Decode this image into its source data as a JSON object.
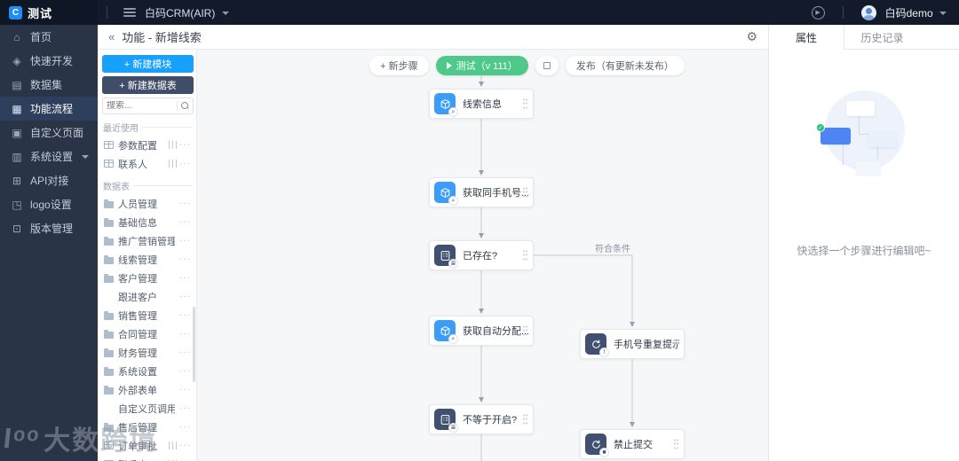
{
  "topbar": {
    "logo_text": "测试",
    "workspace": "白码CRM(AIR)",
    "user": "白码demo"
  },
  "sidebar": {
    "items": [
      {
        "label": "首页",
        "icon": "home-icon"
      },
      {
        "label": "快速开发",
        "icon": "cube-icon"
      },
      {
        "label": "数据集",
        "icon": "dataset-icon"
      },
      {
        "label": "功能流程",
        "icon": "flow-icon",
        "active": true
      },
      {
        "label": "自定义页面",
        "icon": "page-icon"
      },
      {
        "label": "系统设置",
        "icon": "settings-icon",
        "expandable": true
      },
      {
        "label": "API对接",
        "icon": "api-icon"
      },
      {
        "label": "logo设置",
        "icon": "logo-config-icon"
      },
      {
        "label": "版本管理",
        "icon": "version-icon"
      }
    ]
  },
  "panel": {
    "collapse_glyph": "«",
    "title": "功能 - 新增线索",
    "new_module_label": "+ 新建模块",
    "new_table_label": "+ 新建数据表",
    "search_placeholder": "搜索...",
    "sections": [
      {
        "label": "最近使用",
        "items": [
          {
            "label": "参数配置",
            "icon": "table"
          },
          {
            "label": "联系人",
            "icon": "table"
          }
        ]
      },
      {
        "label": "数据表",
        "items": [
          {
            "label": "人员管理",
            "icon": "folder"
          },
          {
            "label": "基础信息",
            "icon": "folder"
          },
          {
            "label": "推广营销管理",
            "icon": "folder"
          },
          {
            "label": "线索管理",
            "icon": "folder"
          },
          {
            "label": "客户管理",
            "icon": "folder"
          },
          {
            "label": "跟进客户",
            "icon": "none"
          },
          {
            "label": "销售管理",
            "icon": "folder"
          },
          {
            "label": "合同管理",
            "icon": "folder"
          },
          {
            "label": "财务管理",
            "icon": "folder"
          },
          {
            "label": "系统设置",
            "icon": "folder"
          },
          {
            "label": "外部表单",
            "icon": "folder"
          },
          {
            "label": "自定义页调用",
            "icon": "none"
          },
          {
            "label": "售后管理",
            "icon": "folder"
          },
          {
            "label": "订单审批",
            "icon": "table"
          },
          {
            "label": "联系人",
            "icon": "table"
          }
        ]
      }
    ]
  },
  "canvas_toolbar": {
    "new_step": "+ 新步骤",
    "test": "测试（v 111）",
    "publish": "发布（有更新未发布）"
  },
  "flow": {
    "branch_label": "符合条件",
    "nodes": [
      {
        "label": "线索信息",
        "type": "query"
      },
      {
        "label": "获取同手机号...",
        "type": "query"
      },
      {
        "label": "已存在?",
        "type": "condition"
      },
      {
        "label": "获取自动分配...",
        "type": "query"
      },
      {
        "label": "不等于开启?",
        "type": "condition"
      },
      {
        "label": "手机号重复提示",
        "type": "action-alert"
      },
      {
        "label": "禁止提交",
        "type": "action-stop"
      }
    ]
  },
  "right_panel": {
    "tabs": [
      {
        "label": "属性",
        "active": true
      },
      {
        "label": "历史记录",
        "active": false
      }
    ],
    "empty_text": "快选择一个步骤进行编辑吧~"
  },
  "watermark": {
    "logo": "Ɩᵒᵒ",
    "text": "大数跨境"
  },
  "colors": {
    "topbar_bg": "#131b2b",
    "sidebar_bg": "#2a3447",
    "sidebar_active_bg": "#2d3f5c",
    "accent_blue": "#17a0fc",
    "dark_button": "#3f4d68",
    "test_green": "#4ec98a",
    "node_icon_blue": "#3b9df8",
    "node_icon_dark": "#414f70",
    "canvas_bg": "#f6f7f9"
  }
}
